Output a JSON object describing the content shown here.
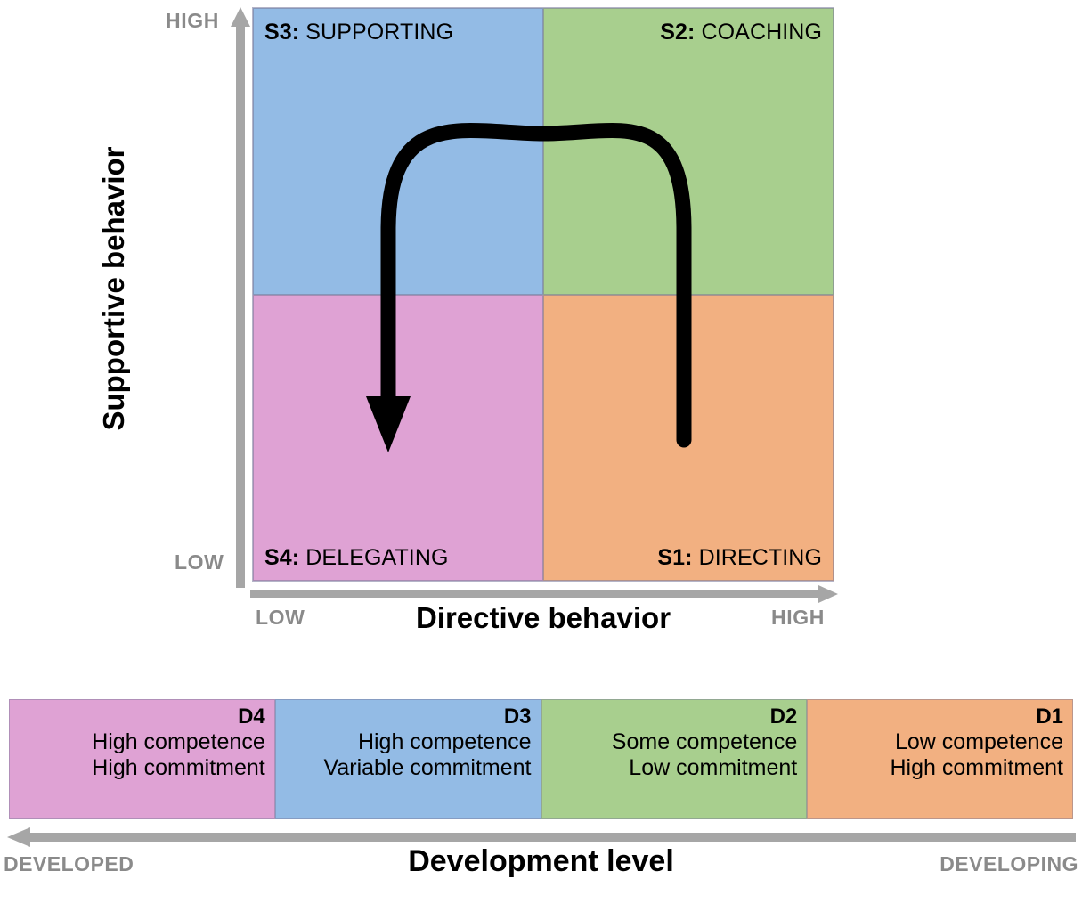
{
  "colors": {
    "blue": "#93bbe5",
    "green": "#a8cf8e",
    "pink": "#dfa2d4",
    "orange": "#f2b081",
    "axis_gray": "#a6a6a6",
    "axis_label_gray": "#8a8a8a",
    "arrow_black": "#000000"
  },
  "matrix": {
    "y_axis": {
      "title": "Supportive behavior",
      "high_label": "HIGH",
      "low_label": "LOW"
    },
    "x_axis": {
      "title": "Directive behavior",
      "low_label": "LOW",
      "high_label": "HIGH"
    },
    "quadrants": [
      {
        "code": "S3:",
        "name": "SUPPORTING",
        "color": "#93bbe5",
        "position": "top-left"
      },
      {
        "code": "S2:",
        "name": "COACHING",
        "color": "#a8cf8e",
        "position": "top-right"
      },
      {
        "code": "S4:",
        "name": "DELEGATING",
        "color": "#dfa2d4",
        "position": "bottom-left"
      },
      {
        "code": "S1:",
        "name": "DIRECTING",
        "color": "#f2b081",
        "position": "bottom-right"
      }
    ],
    "flow_arrow": {
      "description": "curved arrow from S1 up through S2 and S3 down into S4",
      "start": "S1",
      "end": "S4"
    }
  },
  "development": {
    "title": "Development level",
    "left_label": "DEVELOPED",
    "right_label": "DEVELOPING",
    "levels": [
      {
        "code": "D4",
        "line1": "High competence",
        "line2": "High commitment",
        "color": "#dfa2d4"
      },
      {
        "code": "D3",
        "line1": "High competence",
        "line2": "Variable commitment",
        "color": "#93bbe5"
      },
      {
        "code": "D2",
        "line1": "Some competence",
        "line2": "Low commitment",
        "color": "#a8cf8e"
      },
      {
        "code": "D1",
        "line1": "Low competence",
        "line2": "High commitment",
        "color": "#f2b081"
      }
    ]
  },
  "chart_data": {
    "type": "table",
    "title": "Situational Leadership Model",
    "xlabel": "Directive behavior",
    "ylabel": "Supportive behavior",
    "categories": [
      "S4: DELEGATING",
      "S3: SUPPORTING",
      "S2: COACHING",
      "S1: DIRECTING"
    ],
    "series": [
      {
        "name": "Directive behavior",
        "values": [
          "low",
          "low",
          "high",
          "high"
        ]
      },
      {
        "name": "Supportive behavior",
        "values": [
          "low",
          "high",
          "high",
          "low"
        ]
      }
    ],
    "development_map": [
      {
        "style": "S4: DELEGATING",
        "level": "D4",
        "competence": "High competence",
        "commitment": "High commitment"
      },
      {
        "style": "S3: SUPPORTING",
        "level": "D3",
        "competence": "High competence",
        "commitment": "Variable commitment"
      },
      {
        "style": "S2: COACHING",
        "level": "D2",
        "competence": "Some competence",
        "commitment": "Low commitment"
      },
      {
        "style": "S1: DIRECTING",
        "level": "D1",
        "competence": "Low competence",
        "commitment": "High commitment"
      }
    ],
    "grid": false,
    "legend": "none"
  }
}
